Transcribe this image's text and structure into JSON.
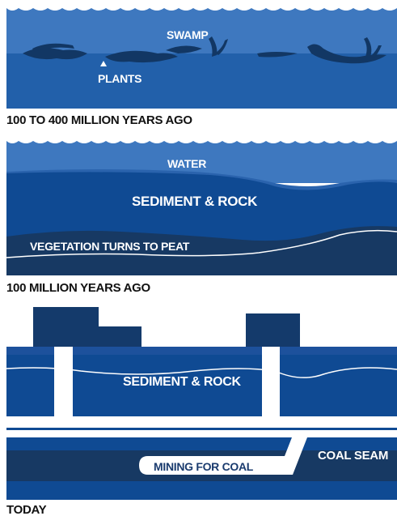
{
  "panel1": {
    "label_swamp": "SWAMP",
    "label_plants": "PLANTS",
    "caption": "100 TO 400 MILLION YEARS AGO"
  },
  "panel2": {
    "label_water": "WATER",
    "label_sediment": "SEDIMENT & ROCK",
    "label_peat": "VEGETATION TURNS TO PEAT",
    "caption": "100 MILLION YEARS AGO"
  },
  "panel3": {
    "label_sediment": "SEDIMENT & ROCK",
    "label_mining": "MINING FOR COAL",
    "label_seam": "COAL SEAM",
    "caption": "TODAY"
  },
  "colors": {
    "sky_light": "#3f79c0",
    "water_mid": "#2a63ad",
    "water_deep": "#1d519c",
    "sediment": "#0f4a93",
    "peat": "#173963",
    "building": "#143a6b",
    "cloud": "#ffffff"
  }
}
